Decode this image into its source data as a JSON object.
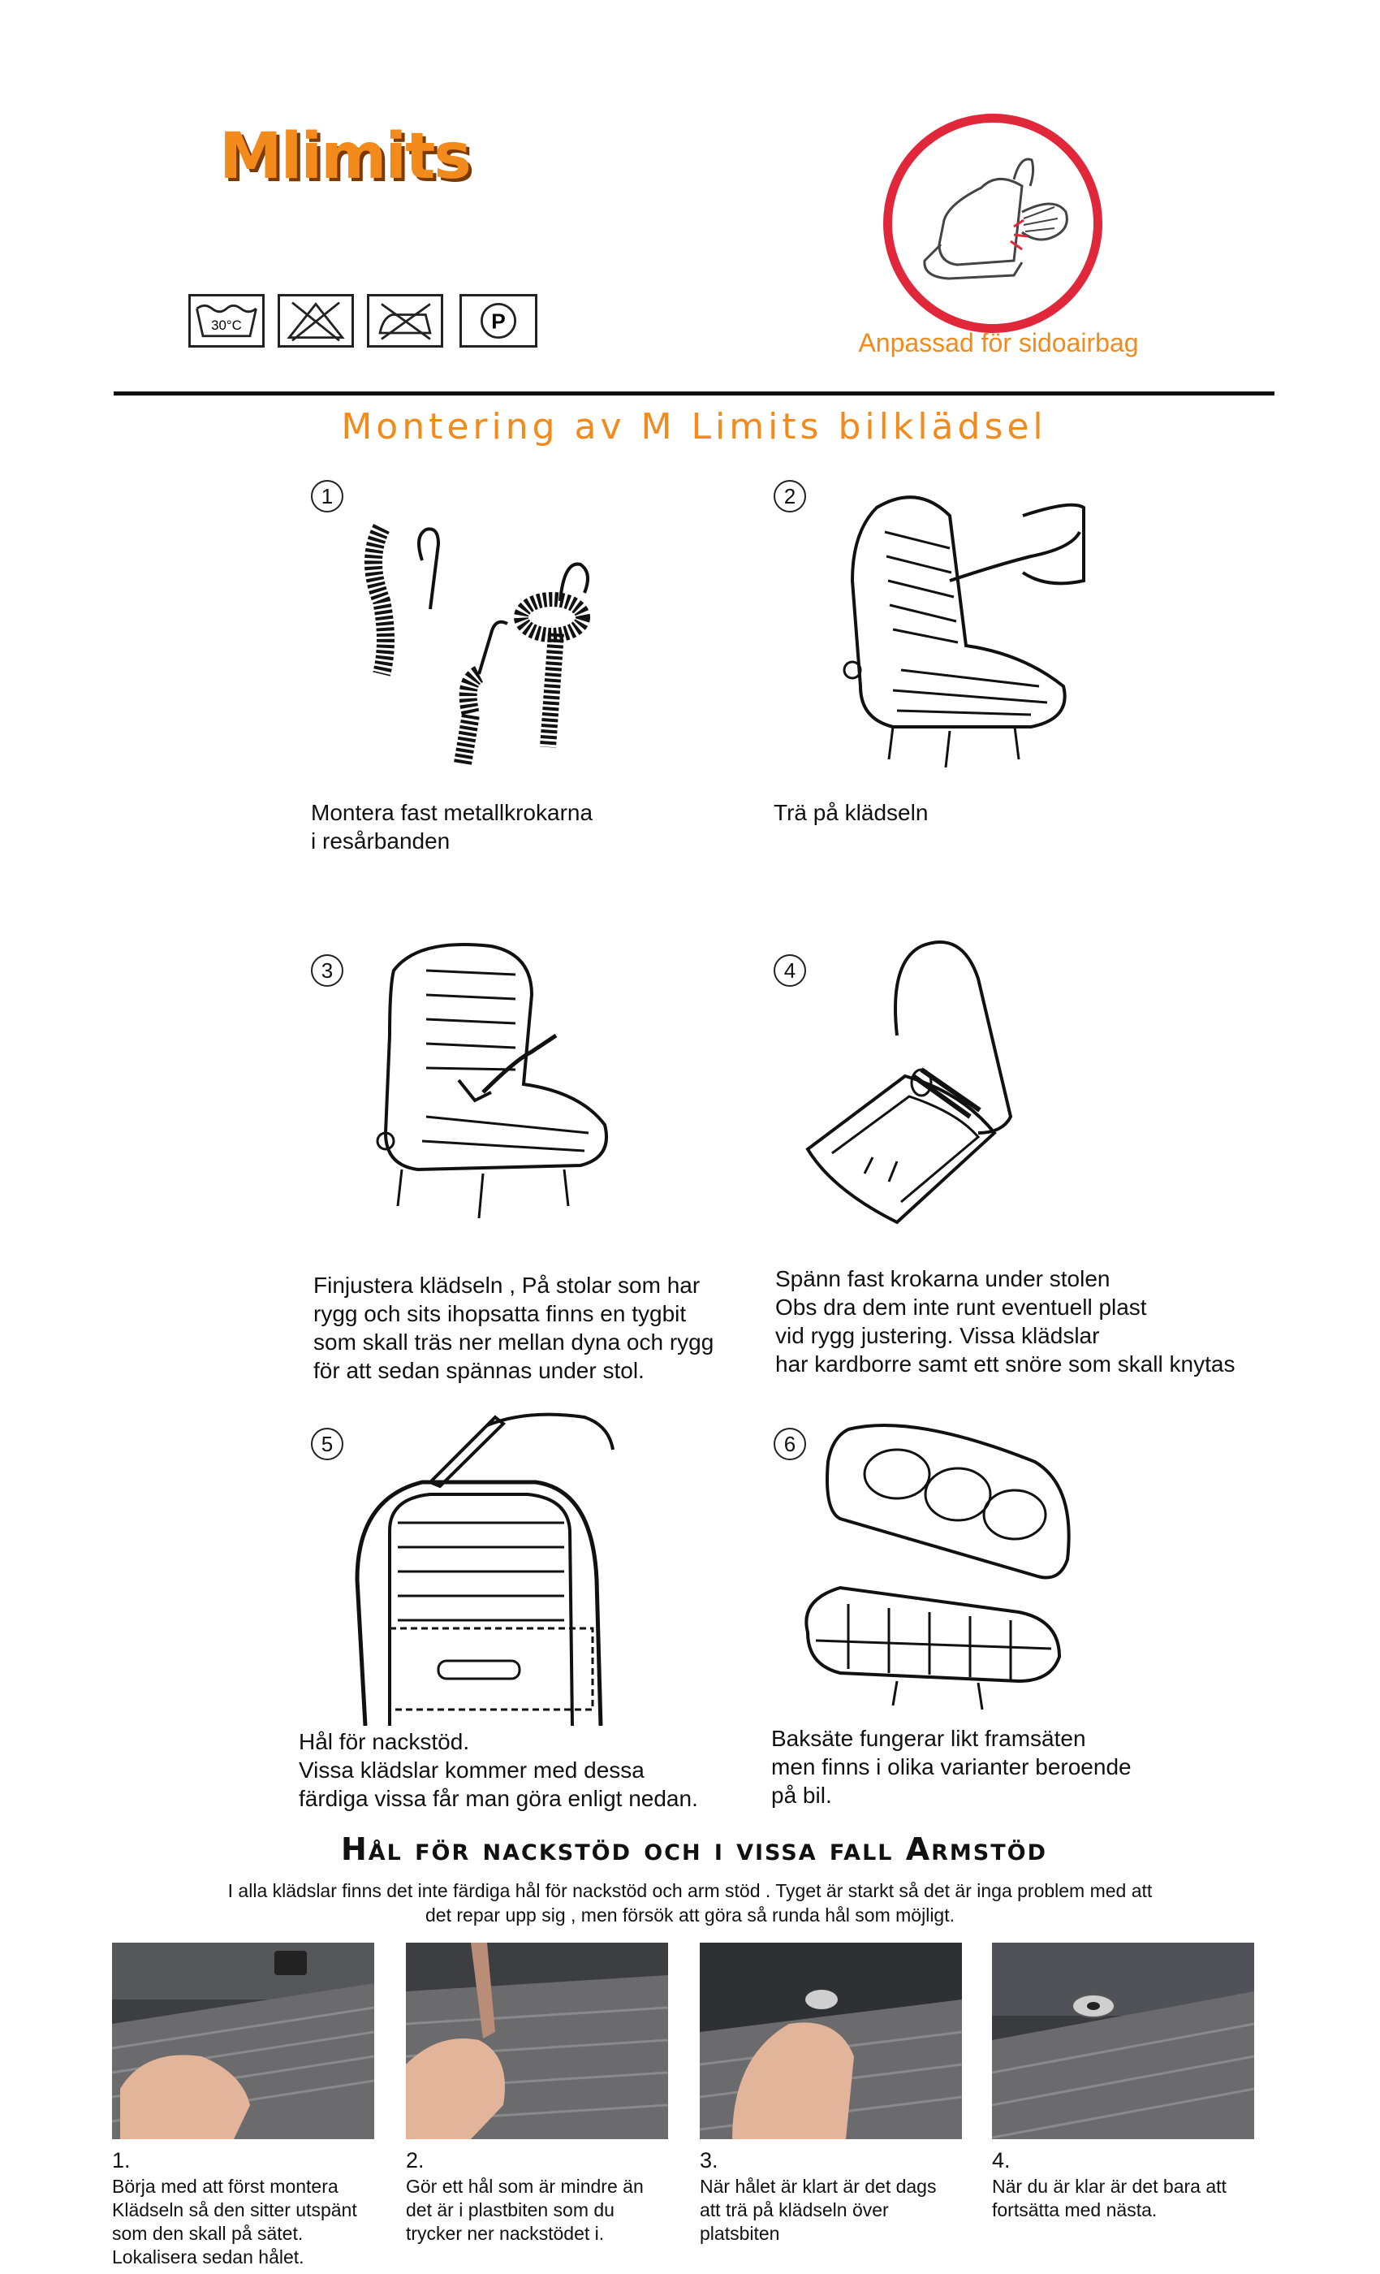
{
  "brand": {
    "logo_text": "Mlimits"
  },
  "care_symbols": [
    {
      "icon": "wash-30-icon",
      "label": "30°C"
    },
    {
      "icon": "no-bleach-icon"
    },
    {
      "icon": "no-iron-icon"
    },
    {
      "icon": "dry-clean-p-icon",
      "label": "P"
    }
  ],
  "airbag": {
    "icon": "side-airbag-seat-icon",
    "label": "Anpassad för sidoairbag"
  },
  "title": "Montering av M Limits bilklädsel",
  "steps": [
    {
      "number": "1",
      "icon": "elastic-hooks-icon",
      "text": "Montera fast metallkrokarna\ni resårbanden"
    },
    {
      "number": "2",
      "icon": "seat-cover-pull-icon",
      "text": "Trä på klädseln"
    },
    {
      "number": "3",
      "icon": "seat-tuck-cloth-icon",
      "text": "Finjustera klädseln , På stolar som har\nrygg och sits ihopsatta finns en tygbit\nsom skall träs ner mellan dyna och rygg\nför att sedan spännas under stol."
    },
    {
      "number": "4",
      "icon": "seat-underside-hooks-icon",
      "text": "Spänn fast krokarna under stolen\nObs dra dem inte runt eventuell plast\nvid rygg justering. Vissa klädslar\nhar kardborre samt ett snöre som skall knytas"
    },
    {
      "number": "5",
      "icon": "headrest-hole-mark-icon",
      "text": "Hål för nackstöd.\nVissa klädslar kommer med dessa\nfärdiga vissa får man göra enligt nedan."
    },
    {
      "number": "6",
      "icon": "rear-seat-icon",
      "text": "Baksäte fungerar likt framsäten\nmen finns i olika varianter beroende\npå bil."
    }
  ],
  "section2": {
    "title": "Hål för nackstöd och i vissa fall Armstöd",
    "intro": "I alla klädslar finns det inte färdiga hål för nackstöd och arm stöd . Tyget är starkt så det är inga problem med att\ndet repar upp sig , men försök att göra så runda hål som möjligt.",
    "photos": [
      {
        "number": "1.",
        "icon": "hand-on-seat-photo",
        "text": "Börja med att först montera\nKlädseln så den sitter utspänt\nsom den skall på sätet.\nLokalisera sedan hålet."
      },
      {
        "number": "2.",
        "icon": "knife-cut-photo",
        "text": "Gör ett hål som är mindre än\ndet är i plastbiten som du\ntrycker ner nackstödet i."
      },
      {
        "number": "3.",
        "icon": "fabric-over-hole-photo",
        "text": "När hålet är klart är det dags\natt trä på klädseln över\nplatsbiten"
      },
      {
        "number": "4.",
        "icon": "finished-hole-photo",
        "text": "När du är klar är det bara att\nfortsätta med nästa."
      }
    ]
  },
  "colors": {
    "accent": "#f28a1c",
    "airbag_ring": "#e0283a",
    "text": "#111111"
  }
}
